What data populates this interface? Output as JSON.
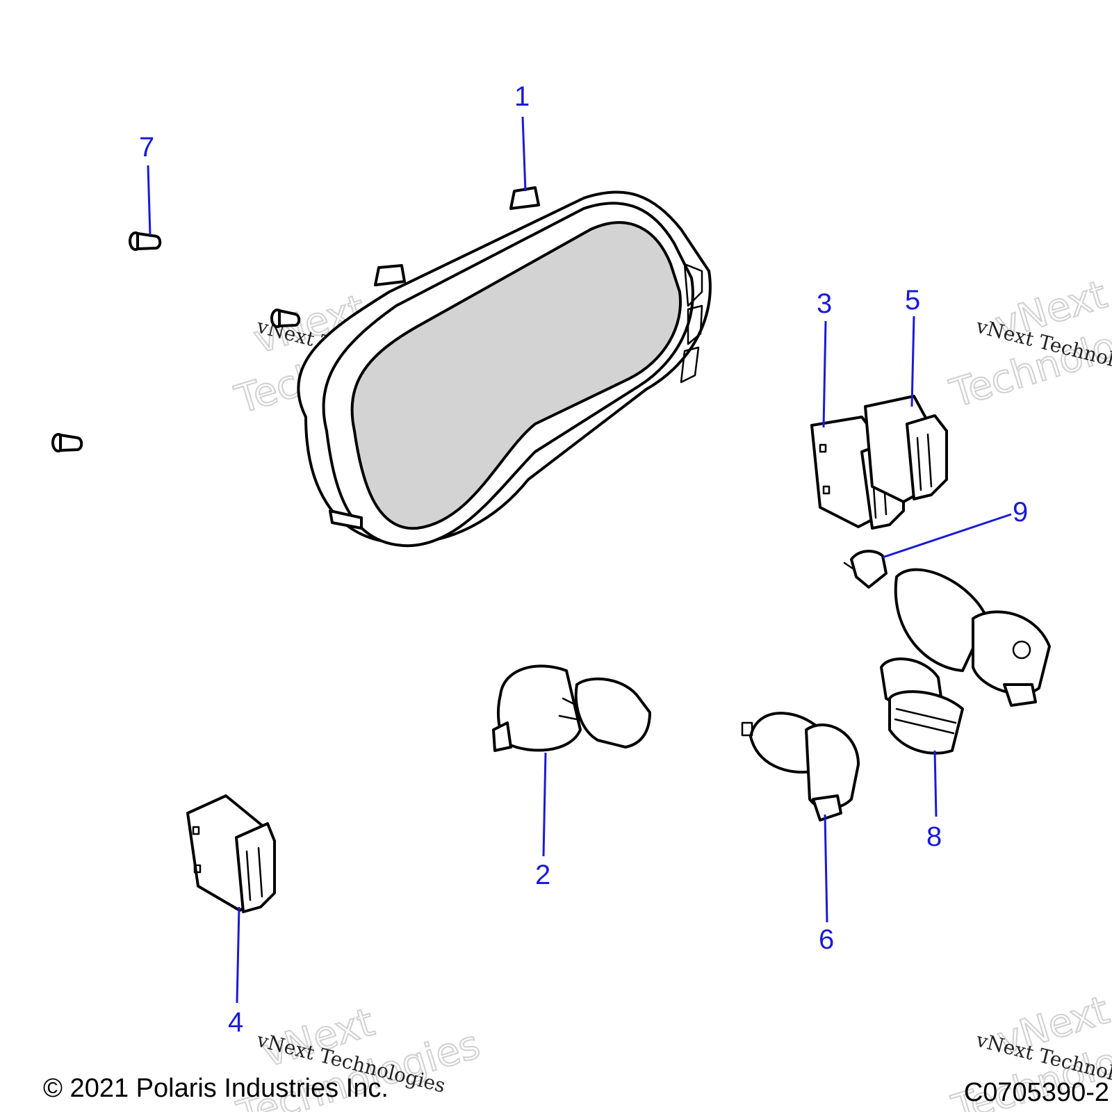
{
  "figure": {
    "copyright": "© 2021 Polaris Industries Inc.",
    "drawing_number": "C0705390-2"
  },
  "callouts": [
    {
      "id": "1",
      "label": "1"
    },
    {
      "id": "2",
      "label": "2"
    },
    {
      "id": "3",
      "label": "3"
    },
    {
      "id": "4",
      "label": "4"
    },
    {
      "id": "5",
      "label": "5"
    },
    {
      "id": "6",
      "label": "6"
    },
    {
      "id": "7",
      "label": "7"
    },
    {
      "id": "8",
      "label": "8"
    },
    {
      "id": "9",
      "label": "9"
    }
  ],
  "watermark": {
    "line1": "vNext",
    "line2": "Technologies",
    "caption": "vNext Technologies"
  },
  "colors": {
    "callout": "#1a1ad6",
    "lens_fill": "#d3d3d3",
    "part_fill": "#ffffff",
    "shade_fill": "#cfcfcf"
  }
}
